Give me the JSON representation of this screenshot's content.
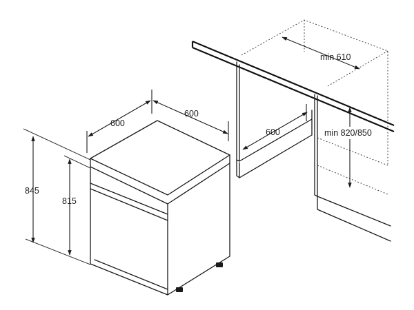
{
  "labels": {
    "width_front": "600",
    "depth_side": "600",
    "height_outer": "845",
    "height_inner": "815",
    "niche_depth": "600",
    "niche_width": "min 610",
    "niche_height": "min 820/850"
  }
}
